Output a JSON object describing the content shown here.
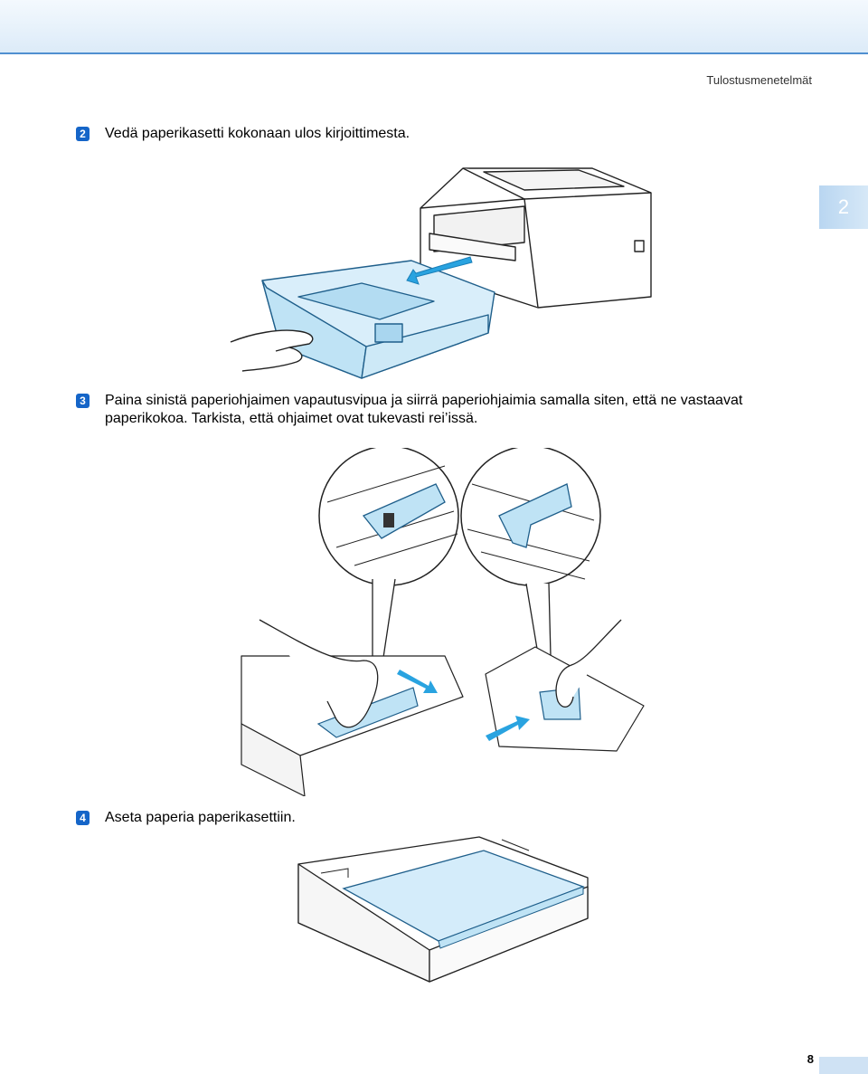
{
  "header": {
    "title": "Tulostusmenetelmät"
  },
  "chapter_tab": {
    "label": "2"
  },
  "steps": [
    {
      "number": "2",
      "text": "Vedä paperikasetti kokonaan ulos kirjoittimesta."
    },
    {
      "number": "3",
      "text": "Paina sinistä paperiohjaimen vapautusvipua ja siirrä paperiohjaimia samalla siten, että ne vastaavat paperikokoa. Tarkista, että ohjaimet ovat tukevasti rei’issä."
    },
    {
      "number": "4",
      "text": "Aseta paperia paperikasettiin."
    }
  ],
  "footer": {
    "page_number": "8"
  },
  "colors": {
    "accent": "#1565c8",
    "tray_blue": "#bfe3f5",
    "arrow_blue": "#29a3e0",
    "band_border": "#4f8fd0"
  }
}
